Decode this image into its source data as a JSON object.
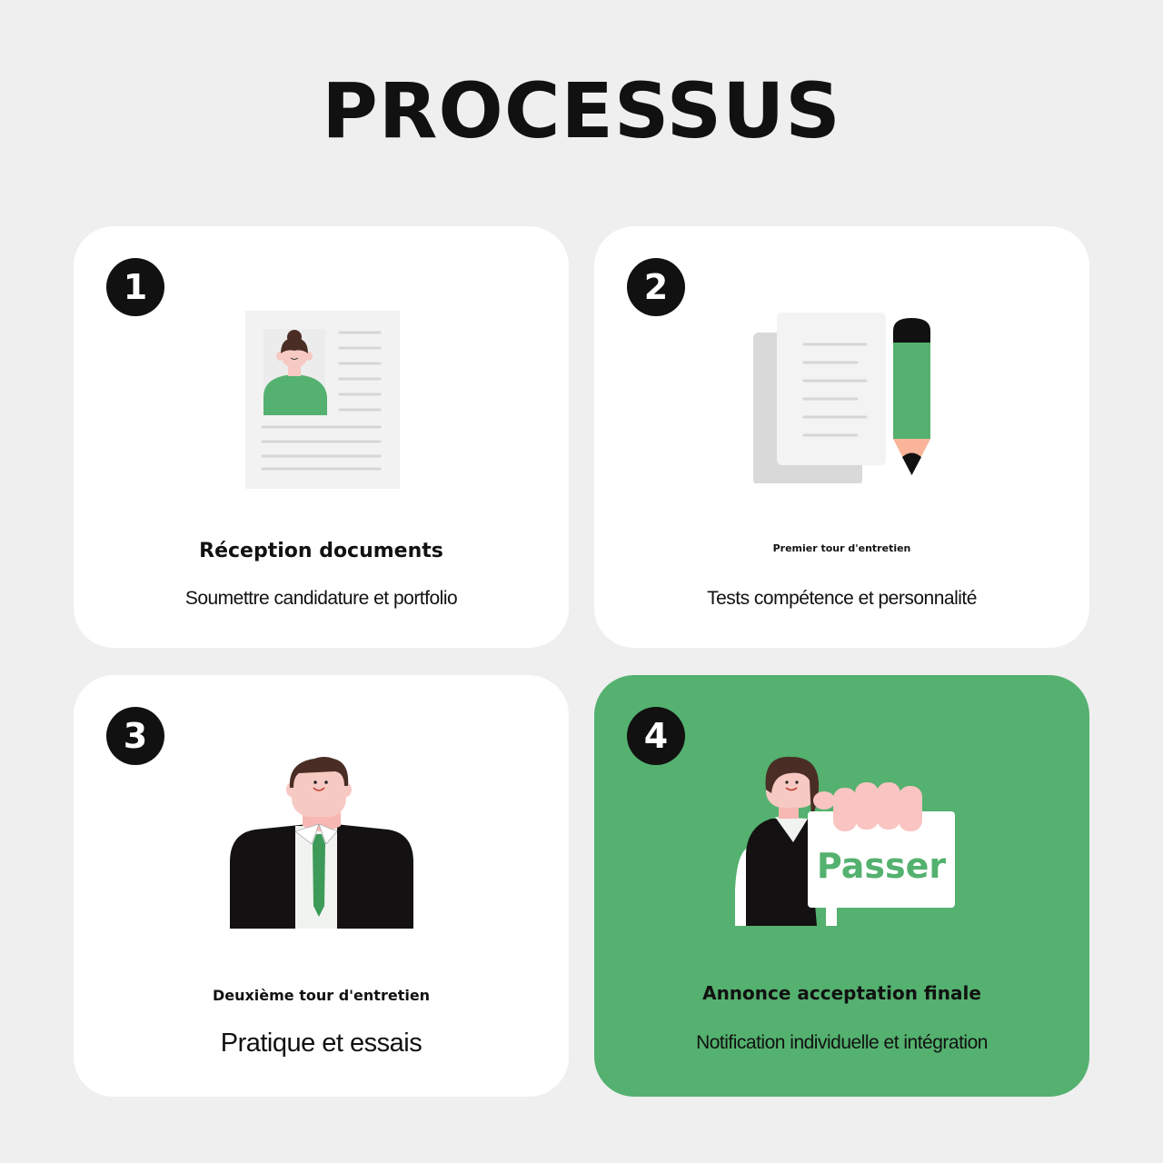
{
  "page": {
    "title": "PROCESSUS"
  },
  "theme": {
    "background": "#efefef",
    "card_background": "#ffffff",
    "accent_green": "#54b16f",
    "badge_color": "#111111",
    "text_color": "#111111"
  },
  "steps": [
    {
      "number": "1",
      "heading": "Réception documents",
      "description": "Soumettre candidature et portfolio",
      "illustration": "resume-document-icon"
    },
    {
      "number": "2",
      "heading": "Premier tour d'entretien",
      "description": "Tests compétence et personnalité",
      "illustration": "document-pencil-icon"
    },
    {
      "number": "3",
      "heading": "Deuxième tour d'entretien",
      "description": "Pratique et essais",
      "illustration": "businessman-icon"
    },
    {
      "number": "4",
      "heading": "Annonce acceptation finale",
      "description": "Notification individuelle et intégration",
      "illustration": "pass-sign-person-icon",
      "sign_text": "Passer",
      "highlighted": true
    }
  ]
}
